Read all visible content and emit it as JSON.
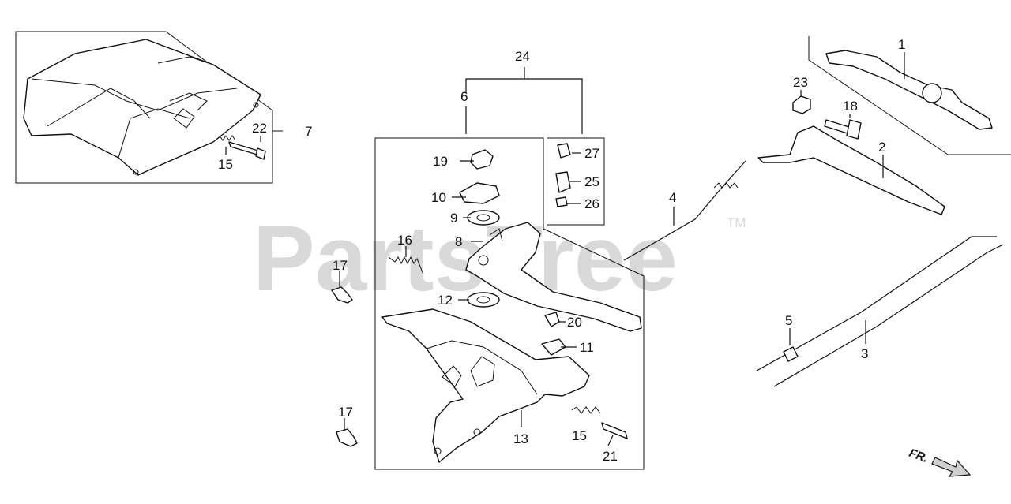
{
  "diagram": {
    "watermark": "PartsTree",
    "watermark_mark": "TM",
    "direction_label": "FR.",
    "callouts": [
      "1",
      "2",
      "3",
      "4",
      "5",
      "6",
      "7",
      "8",
      "9",
      "10",
      "11",
      "12",
      "13",
      "15",
      "15",
      "16",
      "17",
      "17",
      "18",
      "19",
      "20",
      "21",
      "22",
      "23",
      "24",
      "25",
      "26",
      "27"
    ]
  }
}
